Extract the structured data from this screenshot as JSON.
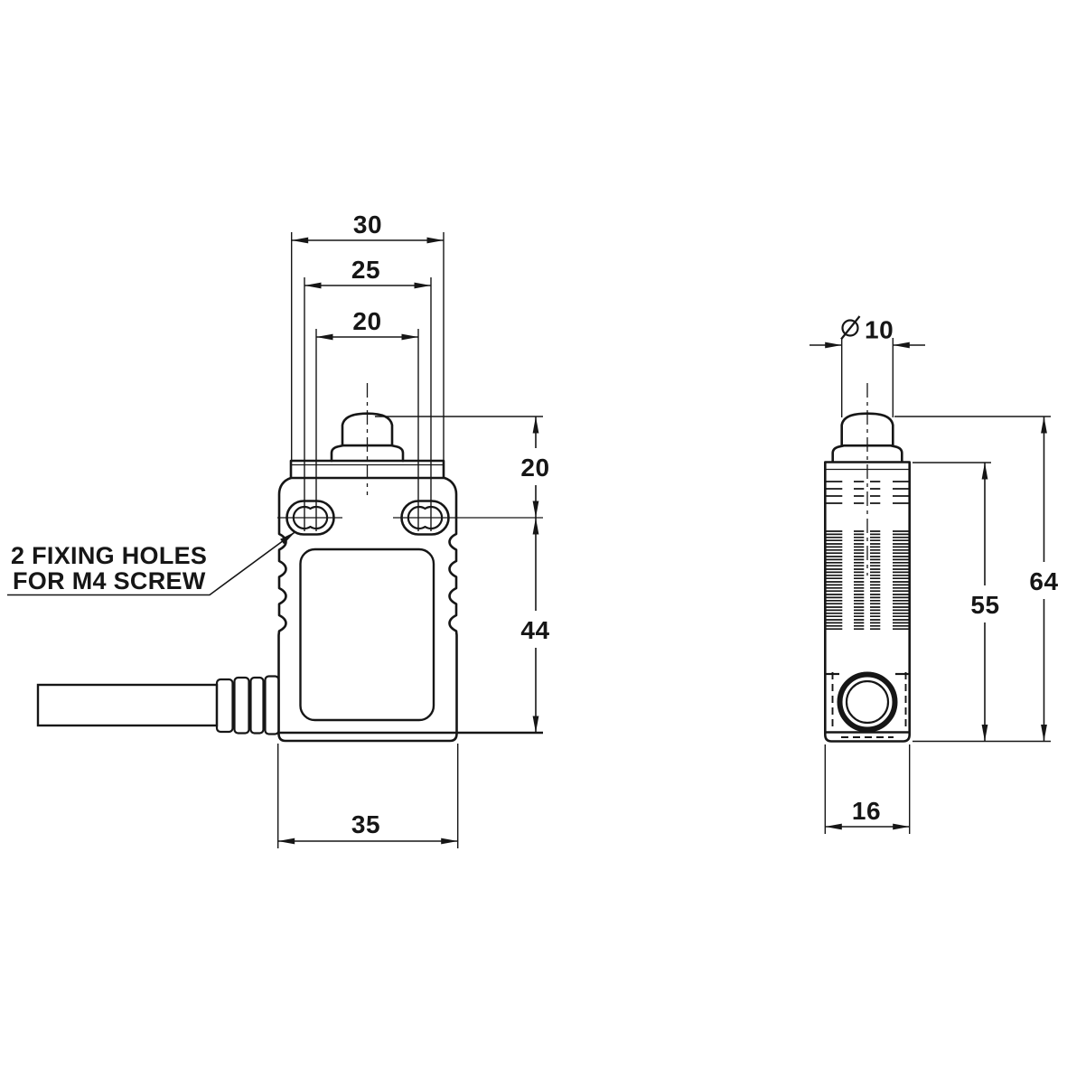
{
  "drawing": {
    "annotation": {
      "line1": "2 FIXING HOLES",
      "line2": "FOR M4 SCREW"
    },
    "front_view": {
      "top_width": "30",
      "hole_pitch_outer": "25",
      "hole_pitch_inner": "20",
      "plunger_to_holes_height": "20",
      "holes_to_base_height": "44",
      "base_width": "35"
    },
    "side_view": {
      "diameter_symbol": "⌀",
      "plunger_diameter": "10",
      "body_height": "55",
      "overall_height": "64",
      "base_depth": "16"
    },
    "colors": {
      "line": "#161616",
      "background": "#ffffff"
    }
  }
}
